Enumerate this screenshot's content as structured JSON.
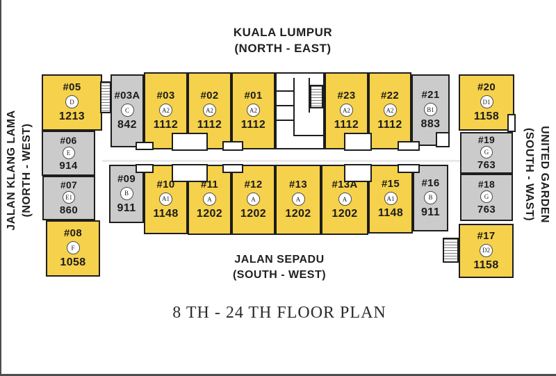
{
  "caption": "8 TH - 24 TH FLOOR PLAN",
  "compass": {
    "north": {
      "line1": "KUALA LUMPUR",
      "line2": "(NORTH - EAST)"
    },
    "south": {
      "line1": "JALAN SEPADU",
      "line2": "(SOUTH - WEST)"
    },
    "west": {
      "line1": "JALAN KLANG LAMA",
      "line2": "(NORTH - WEST)"
    },
    "east": {
      "line1": "UNITED GARDEN",
      "line2": "(SOUTH - WAST)"
    }
  },
  "colors": {
    "unit_yellow": "#F6D14B",
    "unit_gray": "#CBCBCB",
    "outline": "#1D1D1D"
  },
  "units": [
    {
      "id": "05",
      "label": "#05",
      "type": "D",
      "area": "1213",
      "color": "yellow"
    },
    {
      "id": "03A",
      "label": "#03A",
      "type": "C",
      "area": "842",
      "color": "gray"
    },
    {
      "id": "03",
      "label": "#03",
      "type": "A2",
      "area": "1112",
      "color": "yellow"
    },
    {
      "id": "02",
      "label": "#02",
      "type": "A2",
      "area": "1112",
      "color": "yellow"
    },
    {
      "id": "01",
      "label": "#01",
      "type": "A2",
      "area": "1112",
      "color": "yellow"
    },
    {
      "id": "23",
      "label": "#23",
      "type": "A2",
      "area": "1112",
      "color": "yellow"
    },
    {
      "id": "22",
      "label": "#22",
      "type": "A2",
      "area": "1112",
      "color": "yellow"
    },
    {
      "id": "21",
      "label": "#21",
      "type": "B1",
      "area": "883",
      "color": "gray"
    },
    {
      "id": "20",
      "label": "#20",
      "type": "D1",
      "area": "1158",
      "color": "yellow"
    },
    {
      "id": "06",
      "label": "#06",
      "type": "E",
      "area": "914",
      "color": "gray"
    },
    {
      "id": "07",
      "label": "#07",
      "type": "E1",
      "area": "860",
      "color": "gray"
    },
    {
      "id": "08",
      "label": "#08",
      "type": "F",
      "area": "1058",
      "color": "yellow"
    },
    {
      "id": "19",
      "label": "#19",
      "type": "G",
      "area": "763",
      "color": "gray"
    },
    {
      "id": "18",
      "label": "#18",
      "type": "G",
      "area": "763",
      "color": "gray"
    },
    {
      "id": "17",
      "label": "#17",
      "type": "D2",
      "area": "1158",
      "color": "yellow"
    },
    {
      "id": "09",
      "label": "#09",
      "type": "B",
      "area": "911",
      "color": "gray"
    },
    {
      "id": "10",
      "label": "#10",
      "type": "A1",
      "area": "1148",
      "color": "yellow"
    },
    {
      "id": "11",
      "label": "#11",
      "type": "A",
      "area": "1202",
      "color": "yellow"
    },
    {
      "id": "12",
      "label": "#12",
      "type": "A",
      "area": "1202",
      "color": "yellow"
    },
    {
      "id": "13",
      "label": "#13",
      "type": "A",
      "area": "1202",
      "color": "yellow"
    },
    {
      "id": "13A",
      "label": "#13A",
      "type": "A",
      "area": "1202",
      "color": "yellow"
    },
    {
      "id": "15",
      "label": "#15",
      "type": "A1",
      "area": "1148",
      "color": "yellow"
    },
    {
      "id": "16",
      "label": "#16",
      "type": "B",
      "area": "911",
      "color": "gray"
    }
  ]
}
